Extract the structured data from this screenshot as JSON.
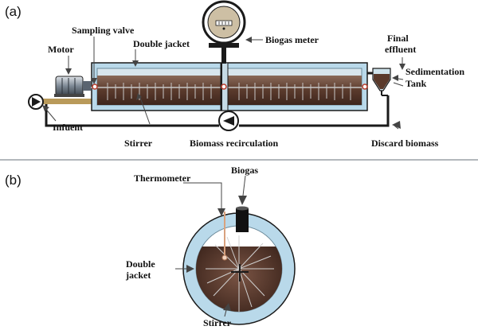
{
  "panel_a": {
    "tag": "(a)",
    "labels": {
      "motor": "Motor",
      "sampling_valve": "Sampling valve",
      "double_jacket": "Double jacket",
      "biogas_meter": "Biogas meter",
      "final_effluent_1": "Final",
      "final_effluent_2": "effluent",
      "sedimentation": "Sedimentation",
      "tank": "Tank",
      "infuent": "Infuent",
      "stirrer": "Stirrer",
      "biomass_recirculation": "Biomass recirculation",
      "discard_biomass": "Discard biomass"
    }
  },
  "panel_b": {
    "tag": "(b)",
    "labels": {
      "thermometer": "Thermometer",
      "biogas": "Biogas",
      "double_jacket_1": "Double",
      "double_jacket_2": "jacket",
      "stirrer": "Stirrer"
    }
  },
  "colors": {
    "jacket": "#b9d9ea",
    "sludge": "#5a3a2c",
    "pipe": "#1a1a1a",
    "infuent_pipe": "#b99a5a",
    "meter": "#cdbfa4",
    "divider": "#9aa0a6"
  }
}
